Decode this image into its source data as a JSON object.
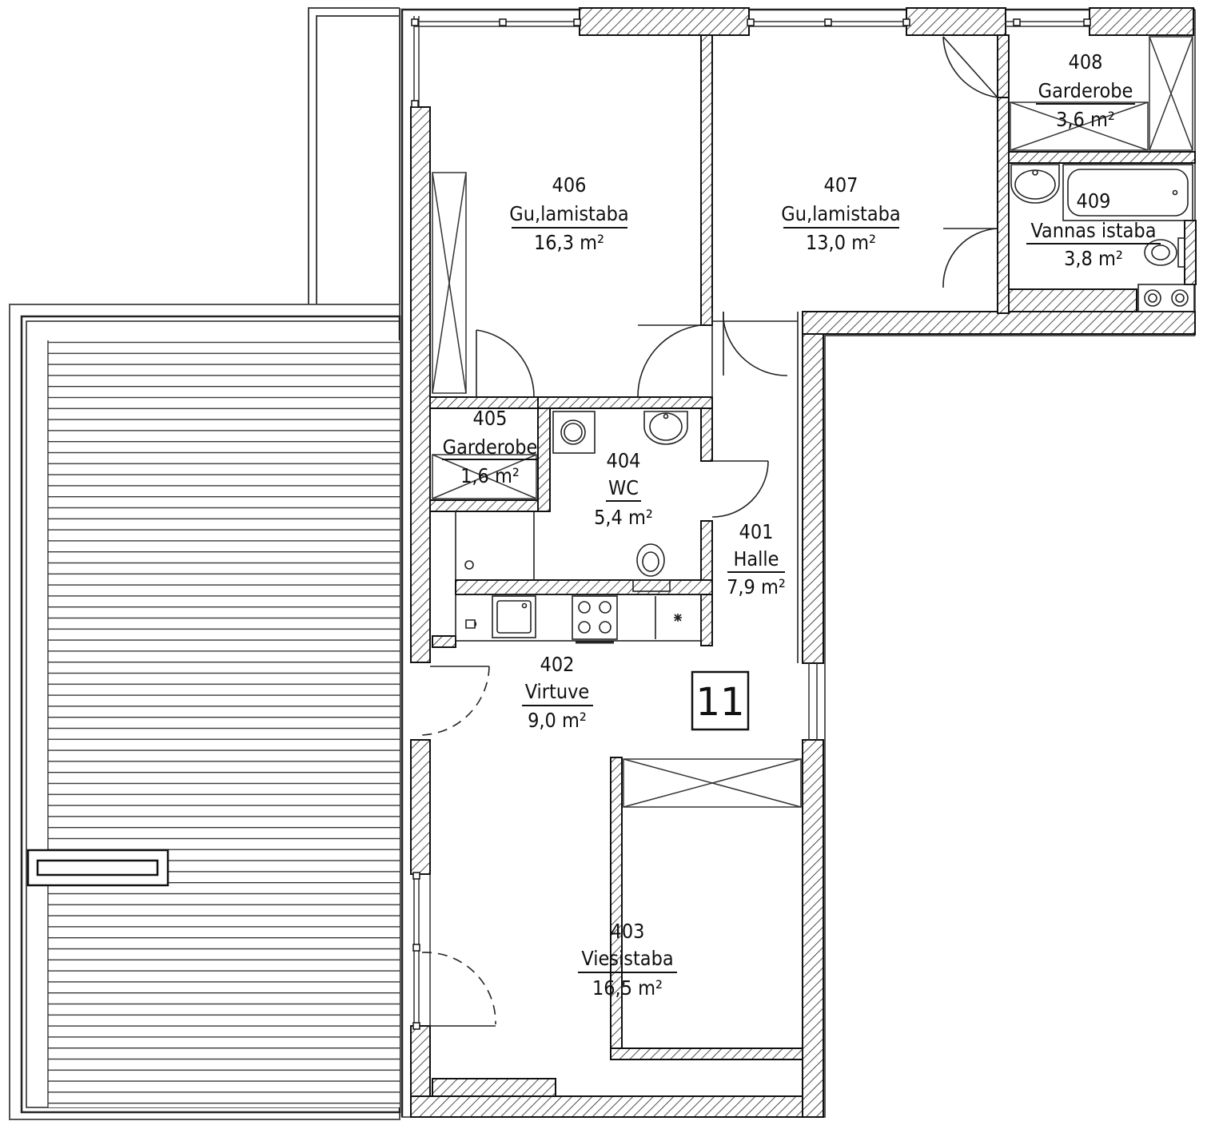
{
  "apartment": {
    "number": "11"
  },
  "rooms": [
    {
      "id": "401",
      "name": "Halle",
      "area": "7,9 m²"
    },
    {
      "id": "402",
      "name": "Virtuve",
      "area": "9,0 m²"
    },
    {
      "id": "403",
      "name": "Viesistaba",
      "area": "16,5 m²"
    },
    {
      "id": "404",
      "name": "WC",
      "area": "5,4 m²"
    },
    {
      "id": "405",
      "name": "Garderobe",
      "area": "1,6 m²"
    },
    {
      "id": "406",
      "name": "Gu,lamistaba",
      "area": "16,3 m²"
    },
    {
      "id": "407",
      "name": "Gu,lamistaba",
      "area": "13,0 m²"
    },
    {
      "id": "408",
      "name": "Garderobe",
      "area": "3,6 m²"
    },
    {
      "id": "409",
      "name": "Vannas istaba",
      "area": "3,8 m²"
    }
  ]
}
